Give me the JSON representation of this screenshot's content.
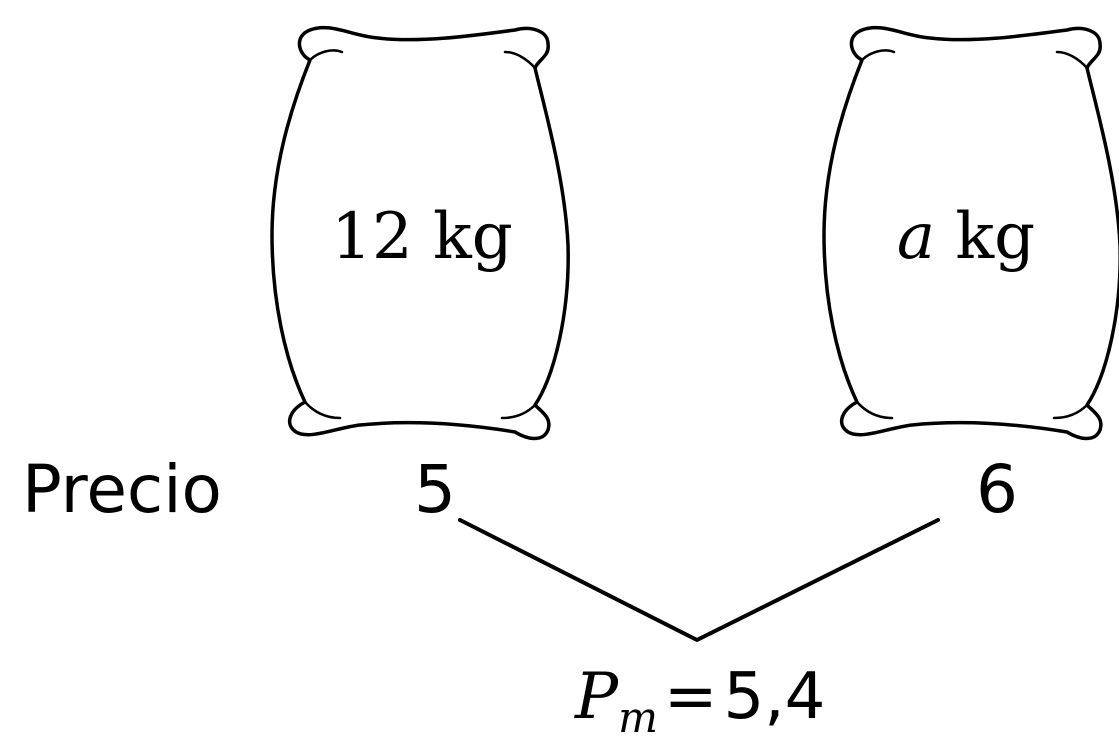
{
  "sacks": [
    {
      "amount": "12",
      "variable": "",
      "unit": "kg",
      "price": "5"
    },
    {
      "amount": "",
      "variable": "a",
      "unit": "kg",
      "price": "6"
    }
  ],
  "row_label": "Precio",
  "result": {
    "symbol": "P",
    "subscript": "m",
    "equals": "=",
    "value": "5,4"
  }
}
